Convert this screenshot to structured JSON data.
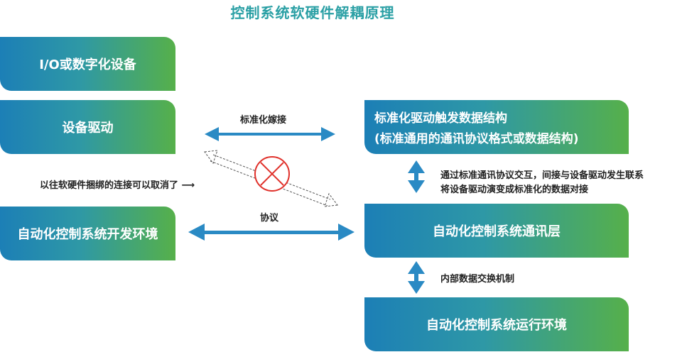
{
  "title": "控制系统软硬件解耦原理",
  "boxes": {
    "io_device": "I/O或数字化设备",
    "device_driver": "设备驱动",
    "dev_env": "自动化控制系统开发环境",
    "std_struct_line1": "标准化驱动触发数据结构",
    "std_struct_line2": "(标准通用的通讯协议格式或数据结构)",
    "comm_layer": "自动化控制系统通讯层",
    "runtime_env": "自动化控制系统运行环境"
  },
  "labels": {
    "std_graft": "标准化嫁接",
    "old_link": "以往软硬件捆绑的连接可以取消了 ⟶",
    "protocol": "协议",
    "comm_line1": "通过标准通讯协议交互，间接与设备驱动发生联系",
    "comm_line2": "将设备驱动演变成标准化的数据对接",
    "internal": "内部数据交换机制"
  },
  "colors": {
    "title": "#2ba0a5",
    "arrow": "#2a8ac4",
    "cross": "#e0312b",
    "gradient_start": "#1c7fb6",
    "gradient_end": "#56b04a"
  }
}
